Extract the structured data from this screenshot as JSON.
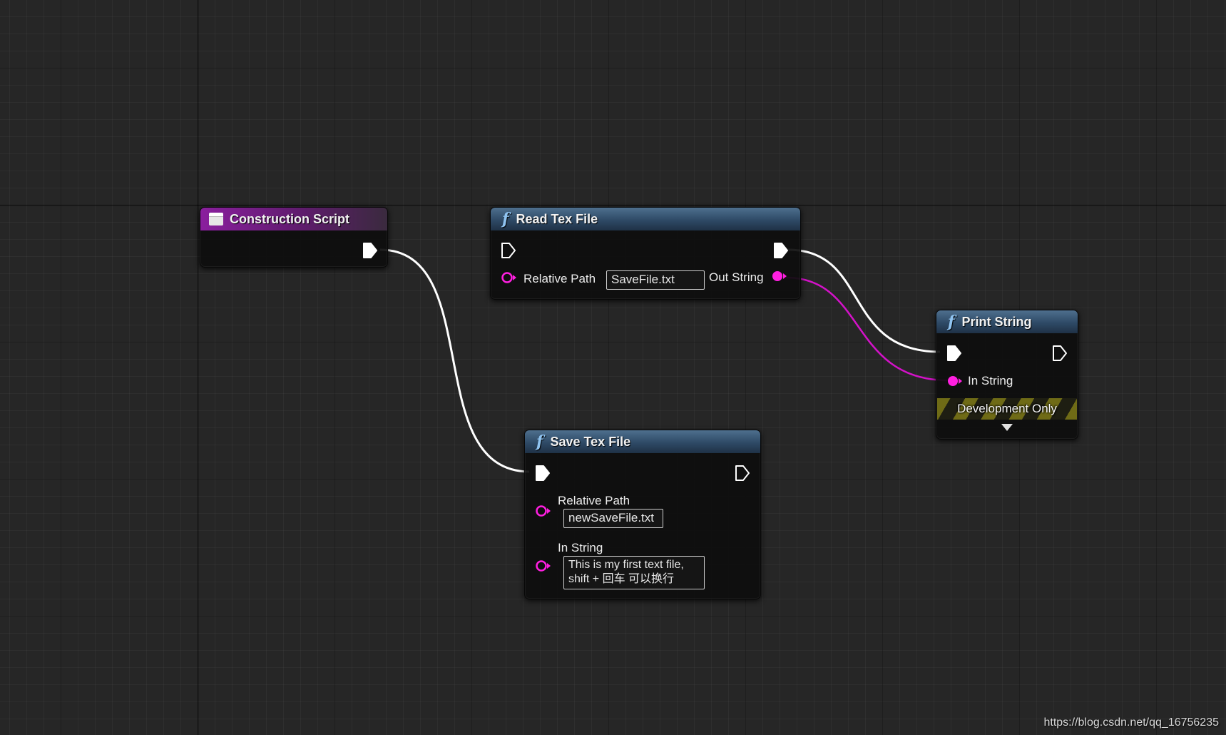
{
  "colors": {
    "exec": "#ffffff",
    "string_pin": "#ff1fe0",
    "string_wire": "#d312c8",
    "func_header": "#2e4a66",
    "event_header": "#8a1f9e"
  },
  "nodes": {
    "construction": {
      "title": "Construction Script",
      "icon": "event-icon"
    },
    "read": {
      "title": "Read Tex File",
      "icon": "function-icon",
      "relative_path_label": "Relative Path",
      "relative_path_value": "SaveFile.txt",
      "out_string_label": "Out String"
    },
    "save": {
      "title": "Save Tex File",
      "icon": "function-icon",
      "relative_path_label": "Relative Path",
      "relative_path_value": "newSaveFile.txt",
      "in_string_label": "In String",
      "in_string_line1": "This is my first text file,",
      "in_string_line2": "shift + 回车 可以换行"
    },
    "print": {
      "title": "Print String",
      "icon": "function-icon",
      "in_string_label": "In String",
      "dev_only_label": "Development Only",
      "expand_icon": "triangle-down-icon"
    }
  },
  "watermark": "https://blog.csdn.net/qq_16756235"
}
